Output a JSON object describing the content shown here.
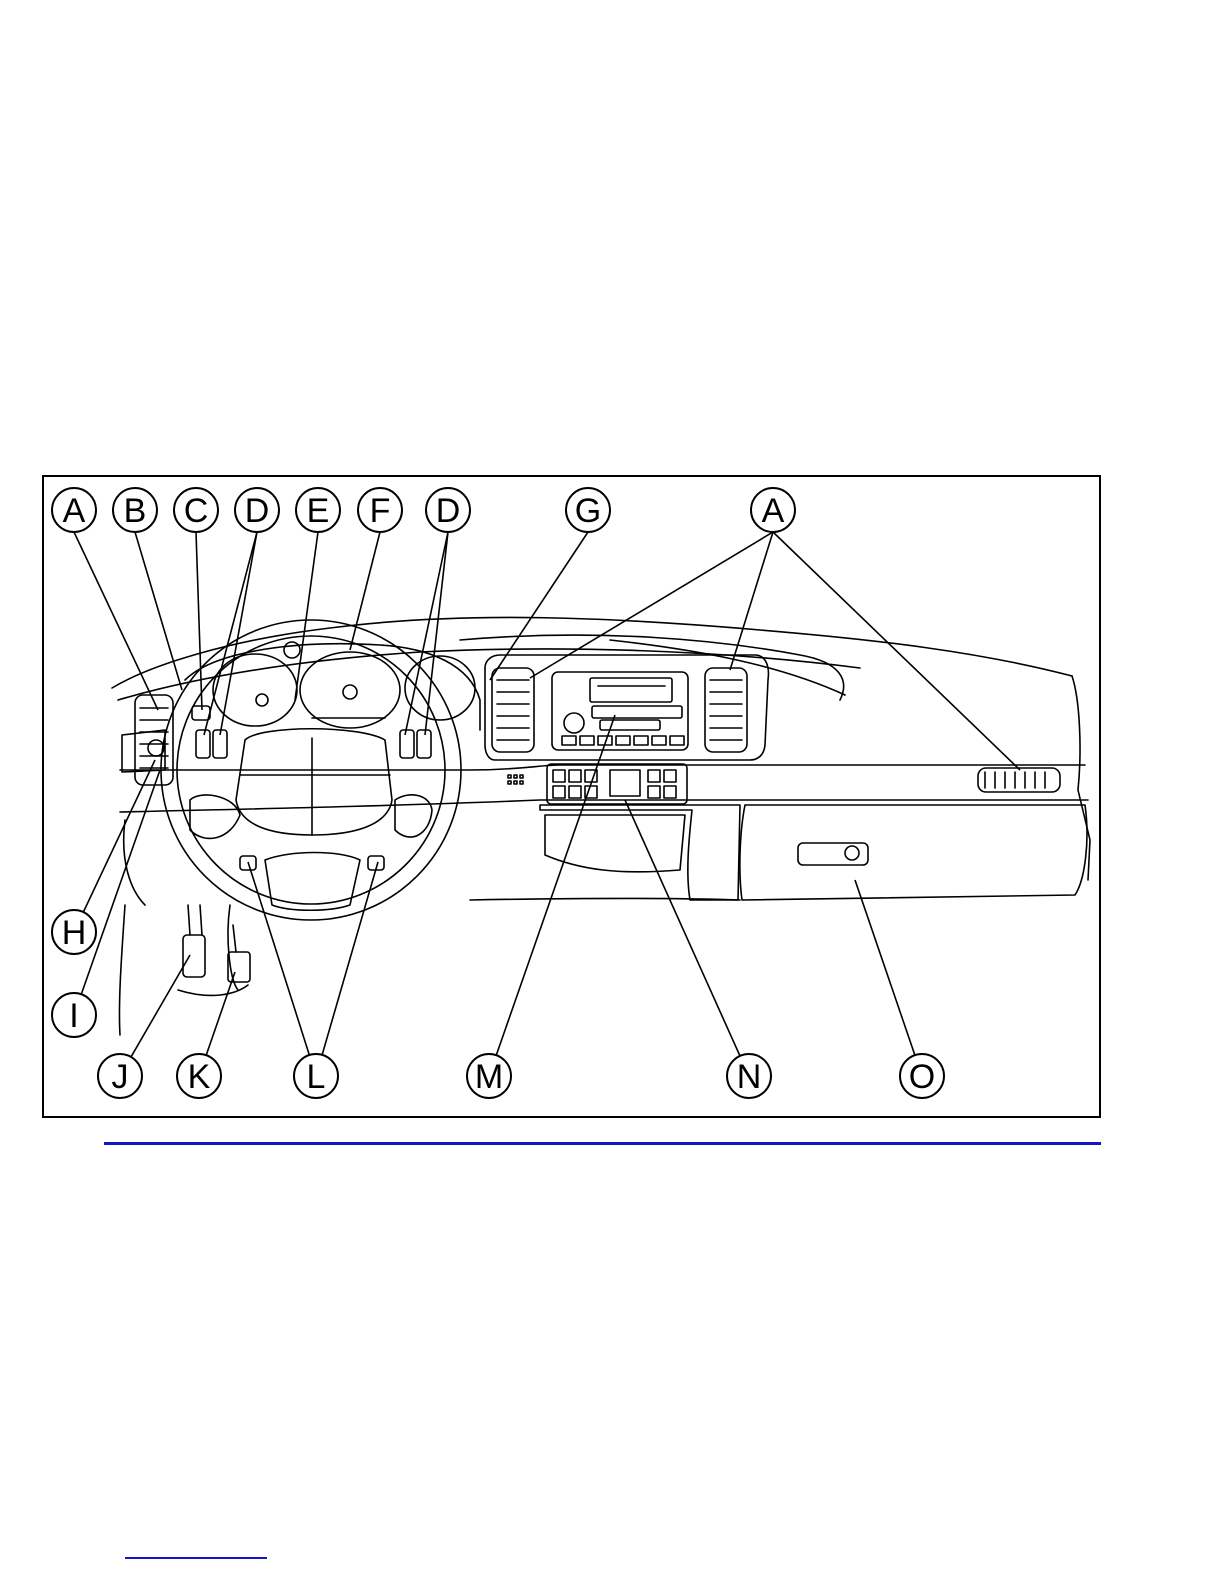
{
  "callouts": {
    "top": [
      {
        "id": "A",
        "letter": "A"
      },
      {
        "id": "B",
        "letter": "B"
      },
      {
        "id": "C",
        "letter": "C"
      },
      {
        "id": "D1",
        "letter": "D"
      },
      {
        "id": "E",
        "letter": "E"
      },
      {
        "id": "F",
        "letter": "F"
      },
      {
        "id": "D2",
        "letter": "D"
      },
      {
        "id": "G",
        "letter": "G"
      },
      {
        "id": "A2",
        "letter": "A"
      }
    ],
    "left": [
      {
        "id": "H",
        "letter": "H"
      },
      {
        "id": "I",
        "letter": "I"
      }
    ],
    "bottom": [
      {
        "id": "J",
        "letter": "J"
      },
      {
        "id": "K",
        "letter": "K"
      },
      {
        "id": "L",
        "letter": "L"
      },
      {
        "id": "M",
        "letter": "M"
      },
      {
        "id": "N",
        "letter": "N"
      },
      {
        "id": "O",
        "letter": "O"
      }
    ]
  },
  "colors": {
    "line": "#000000",
    "rule": "#1414c8"
  }
}
